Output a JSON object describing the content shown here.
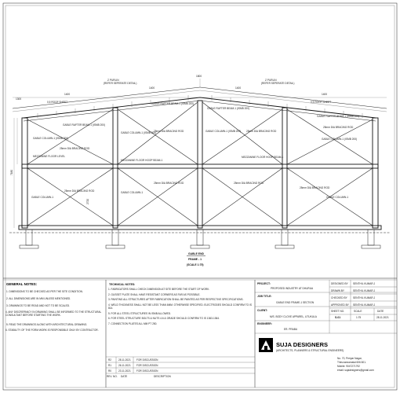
{
  "drawing": {
    "top_labels": {
      "purlin_center": "Z PURLIN",
      "purlin_center_ref": "(REFER SEPERATE DETAIL)",
      "purlin_right": "Z PURLIN",
      "purlin_right_ref": "(REFER SEPERATE DETAIL)",
      "roof_sheet_left": "0.5 ROOF SHEET",
      "roof_sheet_right": "0.5 ROOF SHEET",
      "dim_ridge": "1800",
      "dim_slope_a": "1400",
      "dim_slope_b": "1400",
      "dim_slope_c": "1400",
      "dim_slope_d": "1400",
      "dim_edge": "1300"
    },
    "annotations": [
      {
        "text": "GABLE RAFTER BEAM-1 (ISMB 200)"
      },
      {
        "text": "GABLE RAFTER BEAM-1 (ISMB 200)"
      },
      {
        "text": "GABLE RAFTER BEAM-1 (ISMB 200)"
      },
      {
        "text": "GABLE RAFTER BEAM-1 (ISMB 200)"
      },
      {
        "text": "GABLE COLUMN-1 (ISMB 200)"
      },
      {
        "text": "GABLE COLUMN-1 (ISMB 200)"
      },
      {
        "text": "GABLE COLUMN-1 (ISMB 200)"
      },
      {
        "text": "GABLE COLUMN-1 (ISMB 200)"
      },
      {
        "text": "25mm DIA BRACING ROD"
      },
      {
        "text": "25mm DIA BRACING ROD"
      },
      {
        "text": "25mm DIA BRACING ROD"
      },
      {
        "text": "25mm DIA BRACING ROD"
      },
      {
        "text": "MEZZANINE FLOOR LEVEL"
      },
      {
        "text": "MEZZANINE FLOOR HOOP BEAM-1"
      },
      {
        "text": "MEZZANINE FLOOR HOOP BEAM-1"
      },
      {
        "text": "GABLE COLUMN-1"
      },
      {
        "text": "GABLE COLUMN-1"
      },
      {
        "text": "GABLE COLUMN-1"
      },
      {
        "text": "25mm DIA BRACING ROD"
      },
      {
        "text": "25mm DIA BRACING ROD"
      },
      {
        "text": "25mm DIA BRACING ROD"
      },
      {
        "text": "25mm DIA BRACING ROD"
      }
    ],
    "height_dim": "7180",
    "col_dim": "2720",
    "frame_title": "GABLE END",
    "frame_subtitle": "FRAME - 1",
    "frame_scale": "(SCALE 1:75)"
  },
  "notes": {
    "general_heading": "GENERAL NOTES:",
    "general": [
      "1. DIMENSIONS TO BE CHECKED AS PER THE SITE CONDITION.",
      "2. ALL DIMENSIONS ARE IN MM UNLESS MENTIONED.",
      "3. DRAWINGS TO BE READ AND NOT TO BE SCALED.",
      "4. ANY DISCREPANCY IN DRAWING SHALL BE INFORMED TO THE STRUCTURAL CONSULTANT BEFORE STARTING THE WORK.",
      "5. READ THE DRAWINGS ALONG WITH ARCHITECTURAL DRAWING.",
      "6. STABILITY OF THE FORM WORK IS RESPONSIBLE ONLY BY CONTRACTOR."
    ],
    "technical_heading": "TECHNICAL NOTES:",
    "technical": [
      "1. FABRICATORS SHALL CHECK DIMENSION AT SITE BEFORE THE START OF WORK.",
      "2. GUSSET PLATE SHALL HAVE RESISTANT CORNERS AS FAR AS POSSIBLE.",
      "3. PAINTING ALL STRUCTURES AFTER FABRICATION SHALL BE PAINTED AS PER RESPECTIVE SPECIFICATIONS.",
      "4. WELD THICKNESS SHALL NOT BE LESS THAN 6MM. OTHERWISE SPECIFIED. ELECTRODES SHOULD CONFIRM TO IS 814.",
      "5. FOR ALL STEEL STRUCTURES IN ISMB ALLOWED.",
      "6. FOR STEEL STRUCTURE BOLTS & NUTS 4.6 & GRADE SHOULD CONFIRM TO IS 1363-1364.",
      "7. CONNECTION PLATES ALL MM PT 250."
    ]
  },
  "revisions": {
    "rows": [
      {
        "no": "R2",
        "date": "28.11.2021",
        "desc": "FOR DISCUSSION"
      },
      {
        "no": "R1",
        "date": "26.11.2021",
        "desc": "FOR DISCUSSION"
      },
      {
        "no": "R0",
        "date": "23.11.2021",
        "desc": "FOR DISCUSSION"
      }
    ],
    "head": {
      "no": "REV. NO.",
      "date": "DATE",
      "desc": "DESCRIPTION"
    }
  },
  "project": {
    "project_label": "PROJECT:",
    "project_value": "PROPOSED INDUSTRY AT DHURUA",
    "job_label": "JOB TITLE:",
    "job_value": "GABLE END FRAME-1 SECTION",
    "client_label": "CLIENT:",
    "client_value": "M/S. BODY CLOVE APPAREL, UTUKULA",
    "engineer_label": "ENGINEER:",
    "engineer_value": "ER. PRABU"
  },
  "approval": {
    "rows": [
      {
        "label": "DESIGNED BY",
        "value": "SENTHIL KUMAR.J"
      },
      {
        "label": "DRAWN BY",
        "value": "SENTHIL KUMAR.J"
      },
      {
        "label": "CHECKED BY",
        "value": "SENTHIL KUMAR.J"
      },
      {
        "label": "APPROVED BY",
        "value": "SENTHIL KUMAR.J"
      }
    ],
    "sheet_no_label": "SHEET NO.",
    "sheet_no": "S-01",
    "scale_label": "SCALE",
    "scale": "1:75",
    "date_label": "DATE",
    "date": "28.11.2021"
  },
  "firm": {
    "name": "SUJA DESIGNERS",
    "tagline": "(ARCHITECTS, PLANNERS & STRUCTURAL ENGINEERS)",
    "address_a": "No. 70, Periyar Nagar,",
    "address_b": "Thiruvannamalai 606 601.",
    "address_c": "Mobile: 9047271792",
    "address_d": "email: sujadesigners@gmail.com"
  }
}
